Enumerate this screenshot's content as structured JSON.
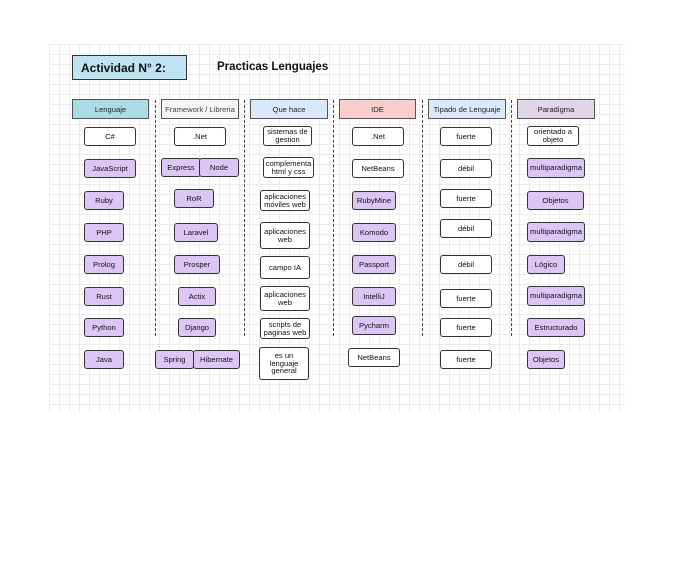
{
  "title": "Actividad N° 2:",
  "subtitle": "Practicas Lenguajes",
  "colors": {
    "title_bg": "#bfe3f2",
    "hdr_lenguaje": "#a9dde3",
    "hdr_framework": "#f5f5f5",
    "hdr_quehace": "#dae8fc",
    "hdr_ide": "#f8cecc",
    "hdr_tipado": "#dae8fc",
    "hdr_paradigma": "#e1d5e7",
    "lavender": "#dcc6f5"
  },
  "headers": {
    "lenguaje": "Lenguaje",
    "framework": "Framework / Libreria",
    "que_hace": "Que hace",
    "ide": "IDE",
    "tipado": "Tipado de Lenguaje",
    "paradigma": "Paradigma"
  },
  "lenguajes": [
    "C#",
    "JavaScript",
    "Ruby",
    "PHP",
    "Prolog",
    "Rust",
    "Python",
    "Java"
  ],
  "frameworks": [
    ".Net",
    "Express",
    "Node",
    "RoR",
    "Laravel",
    "Prosper",
    "Actix",
    "Django",
    "Spring",
    "Hibernate"
  ],
  "que_hace": [
    "sistemas de gestion",
    "complementa html y css",
    "aplicaciones móviles web",
    "aplicaciones web",
    "campo IA",
    "aplicaciones web",
    "scripts de paginas web",
    "es un lenguaje general"
  ],
  "ides": [
    ".Net",
    "NetBeans",
    "RubyMine",
    "Komodo",
    "Passport",
    "IntelliJ",
    "Pycharm",
    "NetBeans"
  ],
  "tipado": [
    "fuerte",
    "débil",
    "fuerte",
    "débil",
    "débil",
    "fuerte",
    "fuerte",
    "fuerte"
  ],
  "paradigmas": [
    "orientado a objeto",
    "multiparadigma",
    "Objetos",
    "multiparadigma",
    "Lógico",
    "multiparadigma",
    "Estructurado",
    "Objetos"
  ]
}
